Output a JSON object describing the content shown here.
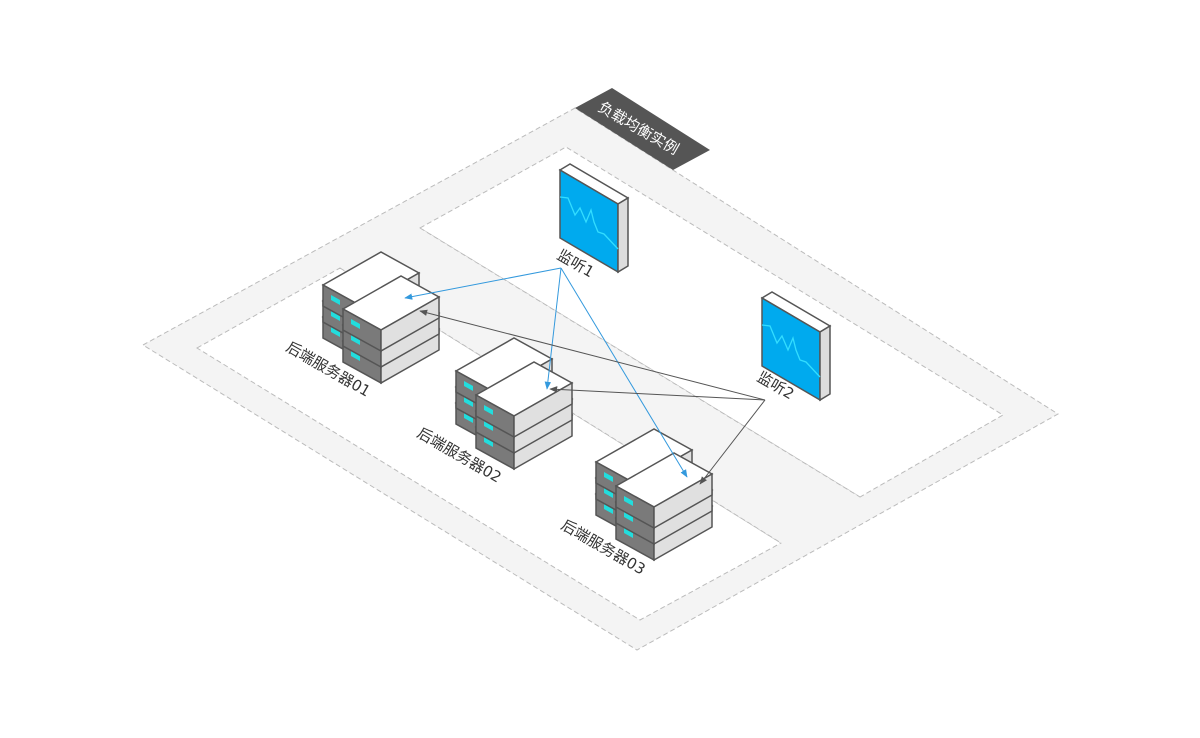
{
  "instance": {
    "label": "负载均衡实例",
    "label_bg": "#555555",
    "region_fill": "#f4f4f4",
    "zone_fill": "#ffffff",
    "border_color": "#bbbbbb"
  },
  "listeners": [
    {
      "label": "监听1",
      "icon": "monitor-icon",
      "screen_color": "#00aaee",
      "line_color": "#33ddff"
    },
    {
      "label": "监听2",
      "icon": "monitor-icon",
      "screen_color": "#00aaee",
      "line_color": "#33ddff"
    }
  ],
  "servers": [
    {
      "label": "后端服务器01",
      "icon": "server-rack-icon"
    },
    {
      "label": "后端服务器02",
      "icon": "server-rack-icon"
    },
    {
      "label": "后端服务器03",
      "icon": "server-rack-icon"
    }
  ],
  "connections": [
    {
      "from": "监听1",
      "to": "后端服务器01",
      "color": "#3399dd"
    },
    {
      "from": "监听1",
      "to": "后端服务器02",
      "color": "#3399dd"
    },
    {
      "from": "监听1",
      "to": "后端服务器03",
      "color": "#3399dd"
    },
    {
      "from": "监听2",
      "to": "后端服务器01",
      "color": "#555555"
    },
    {
      "from": "监听2",
      "to": "后端服务器02",
      "color": "#555555"
    },
    {
      "from": "监听2",
      "to": "后端服务器03",
      "color": "#555555"
    }
  ]
}
